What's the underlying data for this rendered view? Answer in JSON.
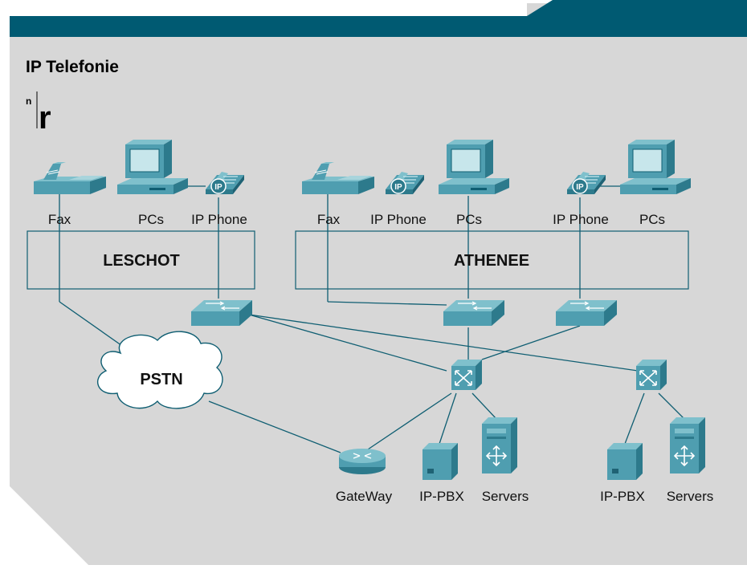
{
  "page_title": "IP Telefonie",
  "logo_text": "nr",
  "colors": {
    "header": "#005a72",
    "background": "#d7d7d7",
    "device_face": "#4f9eb0",
    "device_top": "#7fc0cc",
    "device_side": "#2d7a8c",
    "wire": "#0f5e72"
  },
  "zones": {
    "leschot": "LESCHOT",
    "athenee": "ATHENEE",
    "pstn": "PSTN"
  },
  "labels": {
    "l_fax": "Fax",
    "l_pcs": "PCs",
    "l_ipphone": "IP Phone",
    "a_fax": "Fax",
    "a_ipphone1": "IP Phone",
    "a_pcs1": "PCs",
    "a_ipphone2": "IP Phone",
    "a_pcs2": "PCs",
    "gateway": "GateWay",
    "pbx1": "IP-PBX",
    "servers1": "Servers",
    "pbx2": "IP-PBX",
    "servers2": "Servers",
    "ip_badge": "IP"
  },
  "icons": {
    "fax": "fax-machine-icon",
    "pc": "desktop-pc-icon",
    "phone": "ip-phone-icon",
    "switch": "workgroup-switch-icon",
    "multilayer": "multilayer-switch-icon",
    "router": "router-icon",
    "pbx": "ip-pbx-icon",
    "server": "server-icon",
    "cloud": "cloud-icon"
  }
}
